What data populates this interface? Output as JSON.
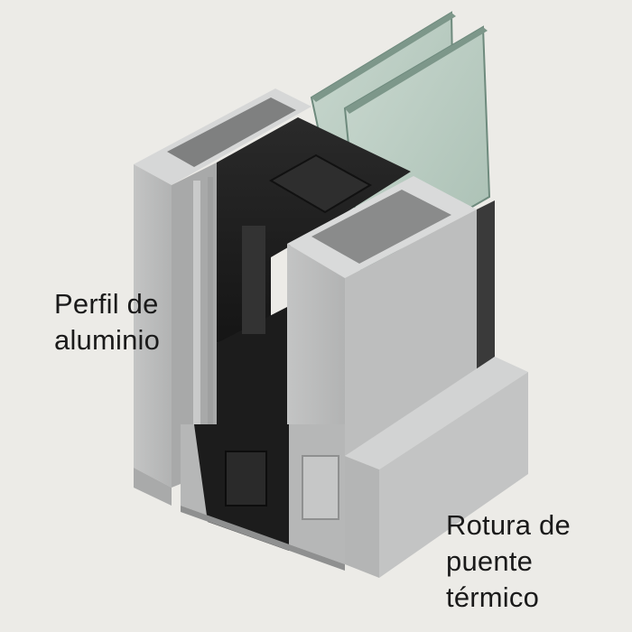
{
  "labels": {
    "aluminum_profile": [
      "Perfil de",
      "aluminio"
    ],
    "thermal_break": [
      "Rotura de",
      "puente",
      "térmico"
    ]
  },
  "colors": {
    "background": "#ecebe7",
    "aluminum_front": "#b7b8b8",
    "aluminum_top": "#d4d5d5",
    "aluminum_side": "#a6a7a7",
    "polyamide": "#1e1e1e",
    "glass": "#9fb7aa",
    "text": "#1a1a1a"
  }
}
